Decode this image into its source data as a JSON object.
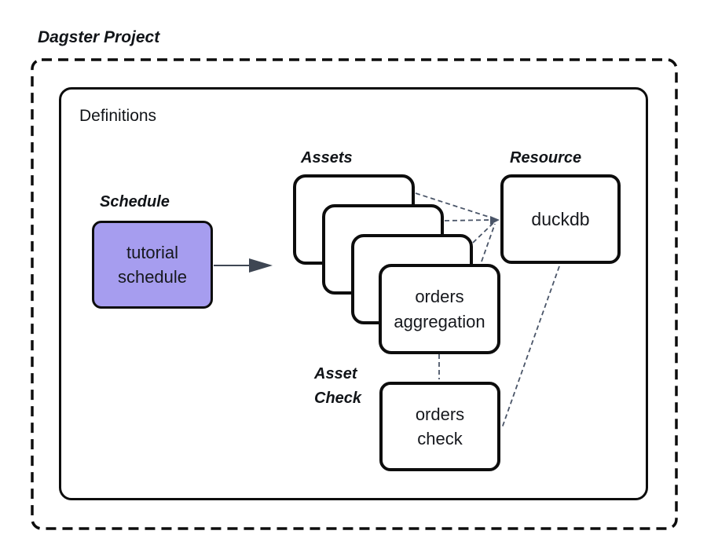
{
  "title": "Dagster Project",
  "colors": {
    "background": "#ffffff",
    "node_border": "#0d0d0d",
    "schedule_fill": "#a69def",
    "connector": "#4a5568",
    "arrow": "#3e4653"
  },
  "definitions": {
    "label": "Definitions",
    "schedule": {
      "label": "Schedule",
      "node": "tutorial\nschedule"
    },
    "assets": {
      "label": "Assets",
      "stack_count": 4,
      "front_node": "orders\naggregation"
    },
    "resource": {
      "label": "Resource",
      "node": "duckdb"
    },
    "asset_check": {
      "label": "Asset\nCheck",
      "node": "orders\ncheck"
    }
  },
  "edges": [
    {
      "from": "tutorial schedule",
      "to": "assets stack",
      "style": "solid-arrow"
    },
    {
      "from": "asset 1",
      "to": "duckdb",
      "style": "dashed"
    },
    {
      "from": "asset 2",
      "to": "duckdb",
      "style": "dashed"
    },
    {
      "from": "asset 3",
      "to": "duckdb",
      "style": "dashed"
    },
    {
      "from": "orders aggregation",
      "to": "duckdb",
      "style": "dashed"
    },
    {
      "from": "orders aggregation",
      "to": "orders check",
      "style": "dashed"
    },
    {
      "from": "duckdb",
      "to": "orders check",
      "style": "dashed"
    }
  ]
}
